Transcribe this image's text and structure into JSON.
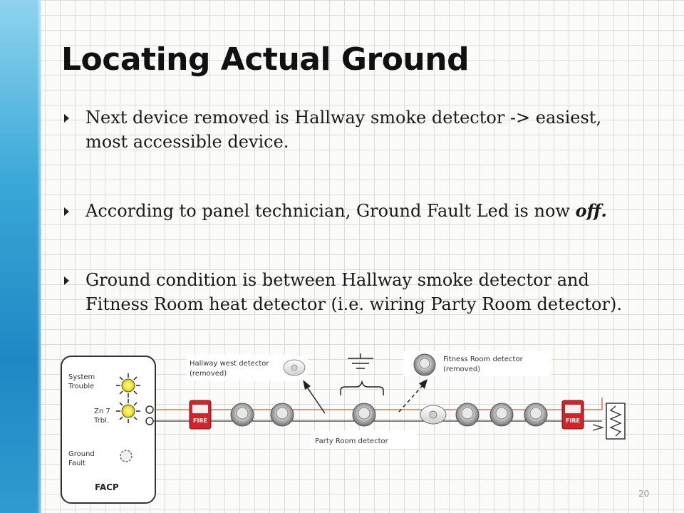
{
  "title": "Locating Actual Ground",
  "bullets": [
    {
      "before": "Next device removed is Hallway smoke detector -> easiest, most accessible device.",
      "em": "",
      "after": ""
    },
    {
      "before": "According to panel technician, Ground Fault Led is now ",
      "em": "off.",
      "after": ""
    },
    {
      "before": "Ground condition is between Hallway smoke detector and Fitness Room heat detector (i.e. wiring Party Room detector).",
      "em": "",
      "after": ""
    }
  ],
  "diagram": {
    "panel_name": "FACP",
    "system_trouble_l1": "System",
    "system_trouble_l2": "Trouble",
    "zone_l1": "Zn 7",
    "zone_l2": "Trbl.",
    "ground_fault_l1": "Ground",
    "ground_fault_l2": "Fault",
    "pull_station_label": "FIRE",
    "hallway_label_l1": "Hallway west detector",
    "hallway_label_l2": "(removed)",
    "fitness_label_l1": "Fitness Room detector",
    "fitness_label_l2": "(removed)",
    "party_label": "Party Room detector"
  },
  "page_number": "20",
  "colors": {
    "sidebar": "#1e88c4",
    "led_on": "#f2e12a",
    "wire": "#e05a3a",
    "pull_station": "#d2222a"
  }
}
